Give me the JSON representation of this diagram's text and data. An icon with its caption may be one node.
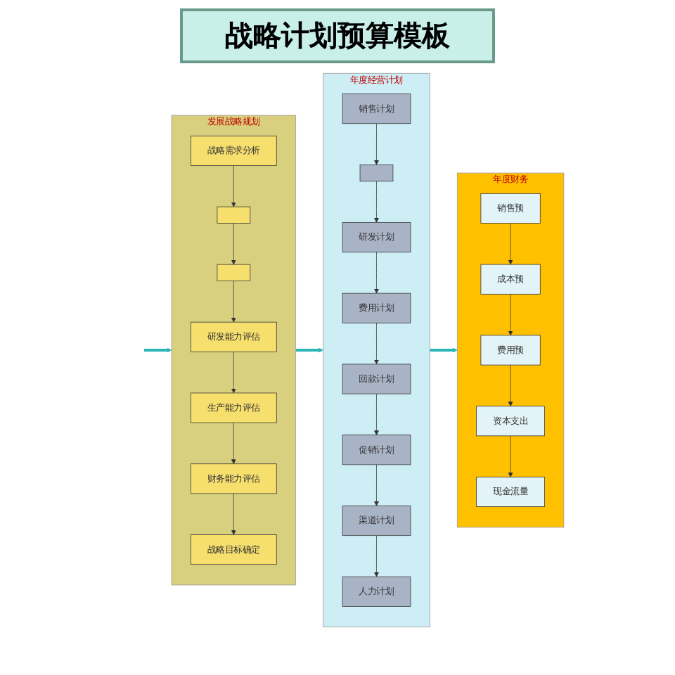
{
  "diagram": {
    "title": "战略计划预算模板",
    "nodes": [
      {
        "text": [
          "发展战略规划"
        ]
      },
      {
        "text": [
          "战略需求分析"
        ],
        "in": 0
      },
      {
        "text": [],
        "shape": "box",
        "in": 0
      },
      {
        "text": [],
        "shape": "box",
        "in": 0
      },
      {
        "text": [
          "研发能力评估"
        ],
        "in": 0
      },
      {
        "text": [
          "生产能力评估"
        ],
        "in": 0
      },
      {
        "text": [
          "财务能力评估"
        ],
        "in": 0
      },
      {
        "text": [
          "战略目标确定"
        ],
        "in": 0
      },
      {
        "text": [
          "年度经营计划"
        ]
      },
      {
        "text": [
          "销售计划"
        ],
        "in": 8
      },
      {
        "text": [],
        "shape": "box",
        "in": 8
      },
      {
        "text": [
          "研发计划"
        ],
        "in": 8
      },
      {
        "text": [
          "费用计划"
        ],
        "in": 8
      },
      {
        "text": [
          "回款计划"
        ],
        "in": 8
      },
      {
        "text": [
          "促销计划"
        ],
        "in": 8
      },
      {
        "text": [
          "渠道计划"
        ],
        "in": 8
      },
      {
        "text": [
          "人力计划"
        ],
        "in": 8
      },
      {
        "text": [
          "年度财务"
        ]
      },
      {
        "text": [
          "销售预"
        ],
        "in": 17
      },
      {
        "text": [
          "成本预"
        ],
        "in": 17
      },
      {
        "text": [
          "费用预"
        ],
        "in": 17
      },
      {
        "text": [
          "资本支出"
        ],
        "in": 17
      },
      {
        "text": [
          "现金流量"
        ],
        "in": 17
      }
    ],
    "edges": [
      {
        "from": 1,
        "to": 2,
        "arrow": "to"
      },
      {
        "from": 2,
        "to": 3,
        "arrow": "to"
      },
      {
        "from": 3,
        "to": 4,
        "arrow": "to"
      },
      {
        "from": 4,
        "to": 5,
        "arrow": "to"
      },
      {
        "from": 5,
        "to": 6,
        "arrow": "to"
      },
      {
        "from": 6,
        "to": 7,
        "arrow": "to"
      },
      {
        "from": 9,
        "to": 10,
        "arrow": "to"
      },
      {
        "from": 10,
        "to": 11,
        "arrow": "to"
      },
      {
        "from": 11,
        "to": 12,
        "arrow": "to"
      },
      {
        "from": 12,
        "to": 13,
        "arrow": "to"
      },
      {
        "from": 13,
        "to": 14,
        "arrow": "to"
      },
      {
        "from": 14,
        "to": 15,
        "arrow": "to"
      },
      {
        "from": 15,
        "to": 16,
        "arrow": "to"
      },
      {
        "from": 18,
        "to": 19,
        "arrow": "to"
      },
      {
        "from": 19,
        "to": 20,
        "arrow": "to"
      },
      {
        "from": 20,
        "to": 21,
        "arrow": "to"
      },
      {
        "from": 21,
        "to": 22,
        "arrow": "to"
      },
      {
        "from": null,
        "to": 0,
        "arrow": "to",
        "style": "thick",
        "color": "#2bb5b5"
      },
      {
        "from": 0,
        "to": 8,
        "arrow": "to",
        "style": "thick",
        "color": "#2bb5b5"
      },
      {
        "from": 8,
        "to": 17,
        "arrow": "to",
        "style": "thick",
        "color": "#2bb5b5"
      }
    ]
  }
}
